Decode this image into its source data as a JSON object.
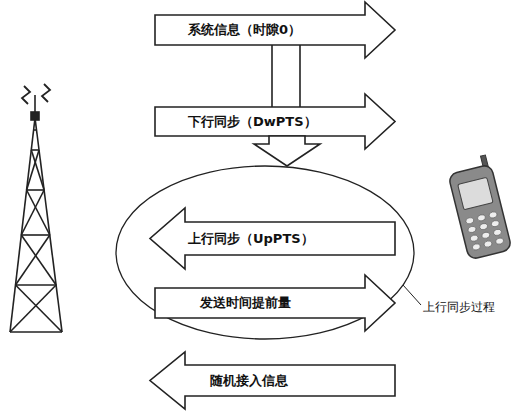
{
  "diagram": {
    "nodes": [
      {
        "text": [
          "系统信息（时隙0）"
        ]
      },
      {
        "text": [
          "下行同步（DwPTS）"
        ]
      },
      {
        "text": [
          "上行同步过程"
        ]
      },
      {
        "text": [
          "上行同步（UpPTS）"
        ],
        "in": 2
      },
      {
        "text": [
          "发送时间提前量"
        ],
        "in": 2
      },
      {
        "text": [
          "随机接入信息"
        ]
      }
    ],
    "edges": [
      {
        "from": 0,
        "to": 1,
        "arrow": "none"
      },
      {
        "from": 1,
        "to": 2,
        "arrow": "to"
      }
    ]
  }
}
